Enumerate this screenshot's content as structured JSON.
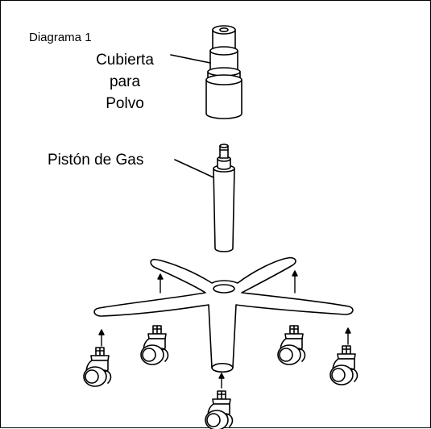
{
  "diagram": {
    "title": "Diagrama 1",
    "labels": {
      "dust_cover": [
        "Cubierta",
        "para",
        "Polvo"
      ],
      "gas_piston": "Pistón de Gas"
    },
    "colors": {
      "line": "#000000",
      "background": "#ffffff"
    }
  }
}
